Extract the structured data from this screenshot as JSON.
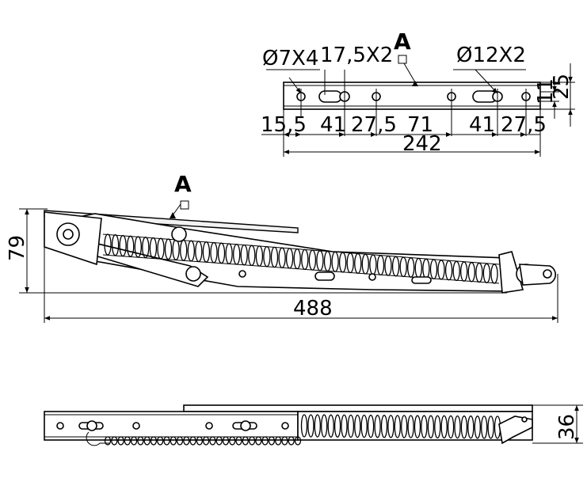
{
  "diagram": {
    "detail_a": {
      "marker_label": "A",
      "hole_small": "Ø7X4",
      "slot": "17,5X2",
      "hole_large": "Ø12X2",
      "height_inner": "11",
      "height_outer": "25",
      "segments": [
        "15,5",
        "41",
        "27,5",
        "71",
        "41",
        "27,5"
      ],
      "total_length": "242"
    },
    "side_view": {
      "marker_label": "A",
      "height": "79",
      "length": "488"
    },
    "bottom_view": {
      "height": "36"
    }
  }
}
